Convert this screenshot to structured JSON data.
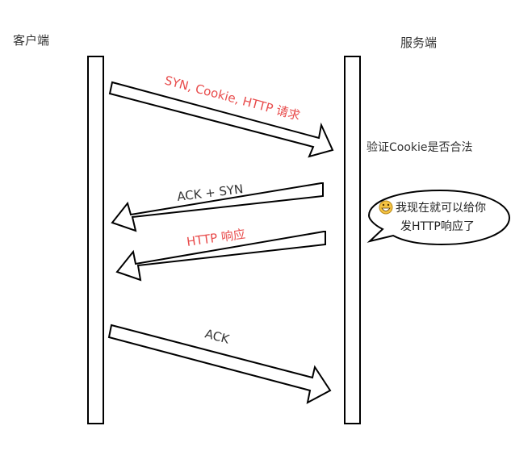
{
  "labels": {
    "client": "客户端",
    "server": "服务端"
  },
  "messages": [
    {
      "text": "SYN, Cookie, HTTP 请求",
      "direction": "client-to-server",
      "color": "#e84c4c"
    },
    {
      "text": "ACK + SYN",
      "direction": "server-to-client",
      "color": "#333333"
    },
    {
      "text": "HTTP 响应",
      "direction": "server-to-client",
      "color": "#e84c4c"
    },
    {
      "text": "ACK",
      "direction": "client-to-server",
      "color": "#333333"
    }
  ],
  "server_note": "验证Cookie是否合法",
  "speech_bubble": {
    "line1": "我现在就可以给你",
    "line2": "发HTTP响应了",
    "emoji": "grinning-face-icon"
  },
  "colors": {
    "stroke": "#000000",
    "accent": "#e84c4c",
    "text": "#333333",
    "emoji_fill": "#f6c443"
  }
}
